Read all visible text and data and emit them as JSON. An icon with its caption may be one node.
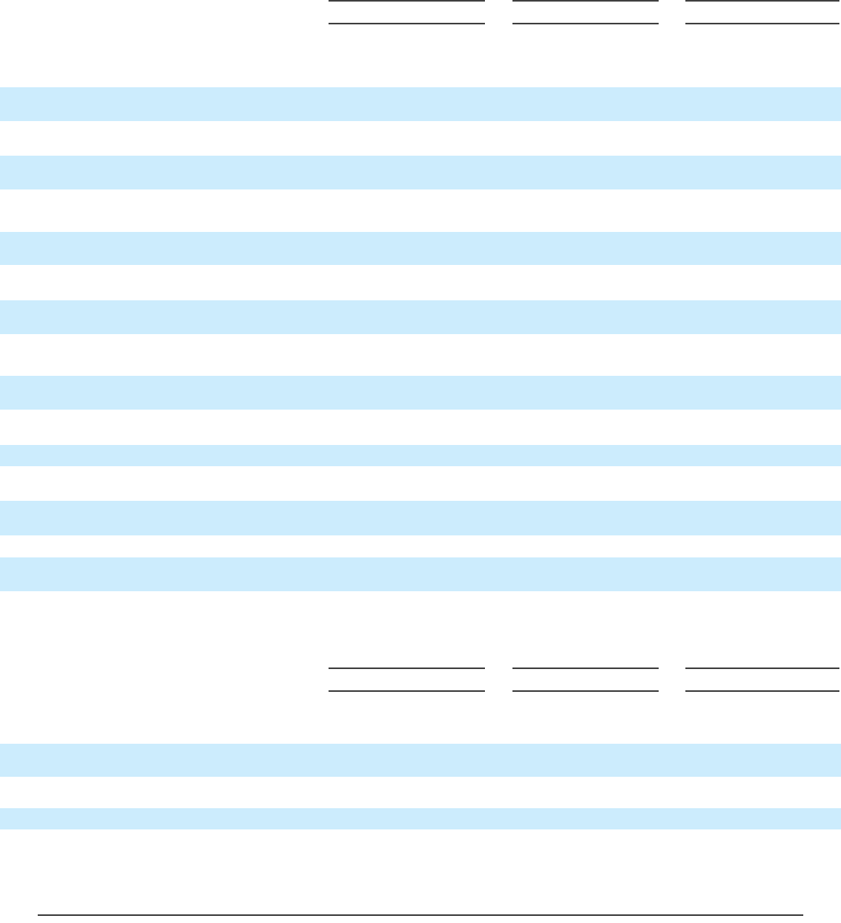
{
  "diagram": {
    "nodes": [
      {
        "text": [],
        "shape": "bar"
      },
      {
        "text": [],
        "shape": "bar"
      },
      {
        "text": [],
        "shape": "bar"
      },
      {
        "text": [],
        "shape": "bar"
      },
      {
        "text": [],
        "shape": "bar"
      },
      {
        "text": [],
        "shape": "bar"
      },
      {
        "text": [],
        "shape": "bar"
      },
      {
        "text": [],
        "shape": "bar"
      },
      {
        "text": [],
        "shape": "bar"
      },
      {
        "text": [],
        "shape": "bar"
      }
    ]
  }
}
